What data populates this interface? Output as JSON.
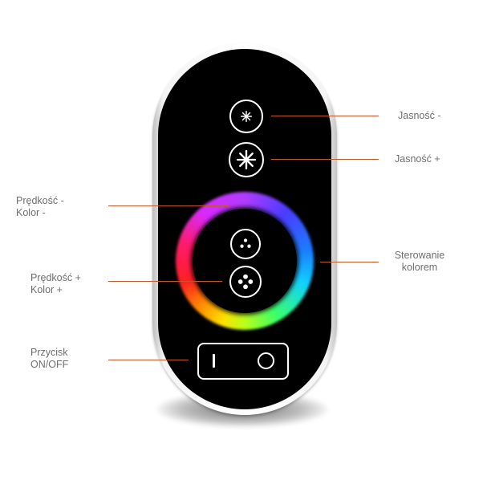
{
  "labels": {
    "brightness_down": "Jasność -",
    "brightness_up": "Jasność +",
    "speed_down": {
      "line1": "Prędkość -",
      "line2": "Kolor -"
    },
    "speed_up": {
      "line1": "Prędkość +",
      "line2": "Kolor +"
    },
    "color_control": {
      "line1": "Sterowanie",
      "line2": "kolorem"
    },
    "power": {
      "line1": "Przycisk",
      "line2": "ON/OFF"
    }
  },
  "colors": {
    "leader_line": "#c0582c",
    "label_text": "#6e6e6e",
    "remote_body": "#000000",
    "remote_frame": "#ffffff"
  },
  "icons": {
    "brightness_down": "small-asterisk-icon",
    "brightness_up": "large-asterisk-icon",
    "speed_down": "three-dots-icon",
    "speed_up": "four-dots-icon",
    "power_on": "on-bar-icon",
    "power_off": "off-circle-icon"
  }
}
